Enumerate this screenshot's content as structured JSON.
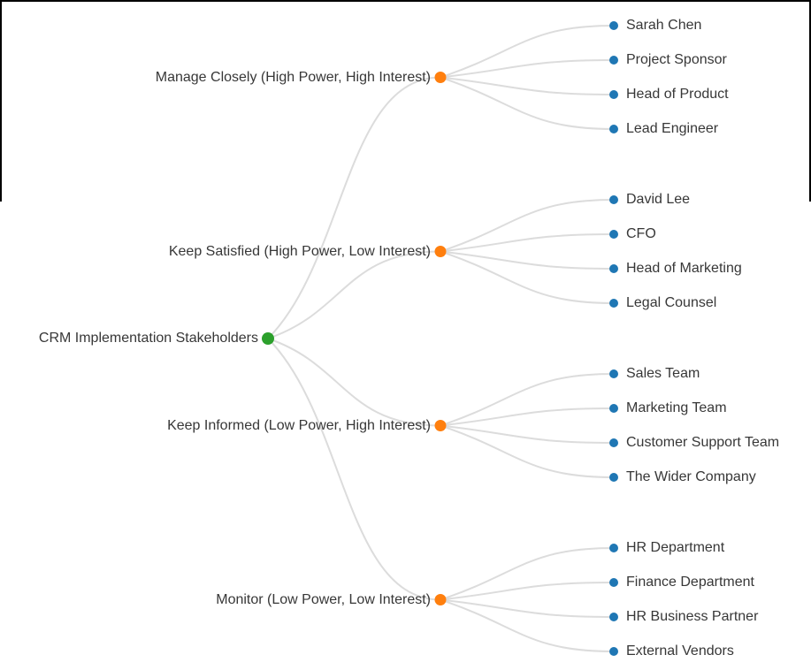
{
  "colors": {
    "root_dot": "#2ca02c",
    "branch_dot": "#ff7f0e",
    "leaf_dot": "#1f77b4",
    "link": "#dcdcdc",
    "text": "#373737"
  },
  "mindmap": {
    "root": {
      "label": "CRM Implementation Stakeholders"
    },
    "branches": [
      {
        "label": "Manage Closely (High Power, High Interest)",
        "children": [
          "Sarah Chen",
          "Project Sponsor",
          "Head of Product",
          "Lead Engineer"
        ]
      },
      {
        "label": "Keep Satisfied (High Power, Low Interest)",
        "children": [
          "David Lee",
          "CFO",
          "Head of Marketing",
          "Legal Counsel"
        ]
      },
      {
        "label": "Keep Informed (Low Power, High Interest)",
        "children": [
          "Sales Team",
          "Marketing Team",
          "Customer Support Team",
          "The Wider Company"
        ]
      },
      {
        "label": "Monitor (Low Power, Low Interest)",
        "children": [
          "HR Department",
          "Finance Department",
          "HR Business Partner",
          "External Vendors"
        ]
      }
    ]
  }
}
